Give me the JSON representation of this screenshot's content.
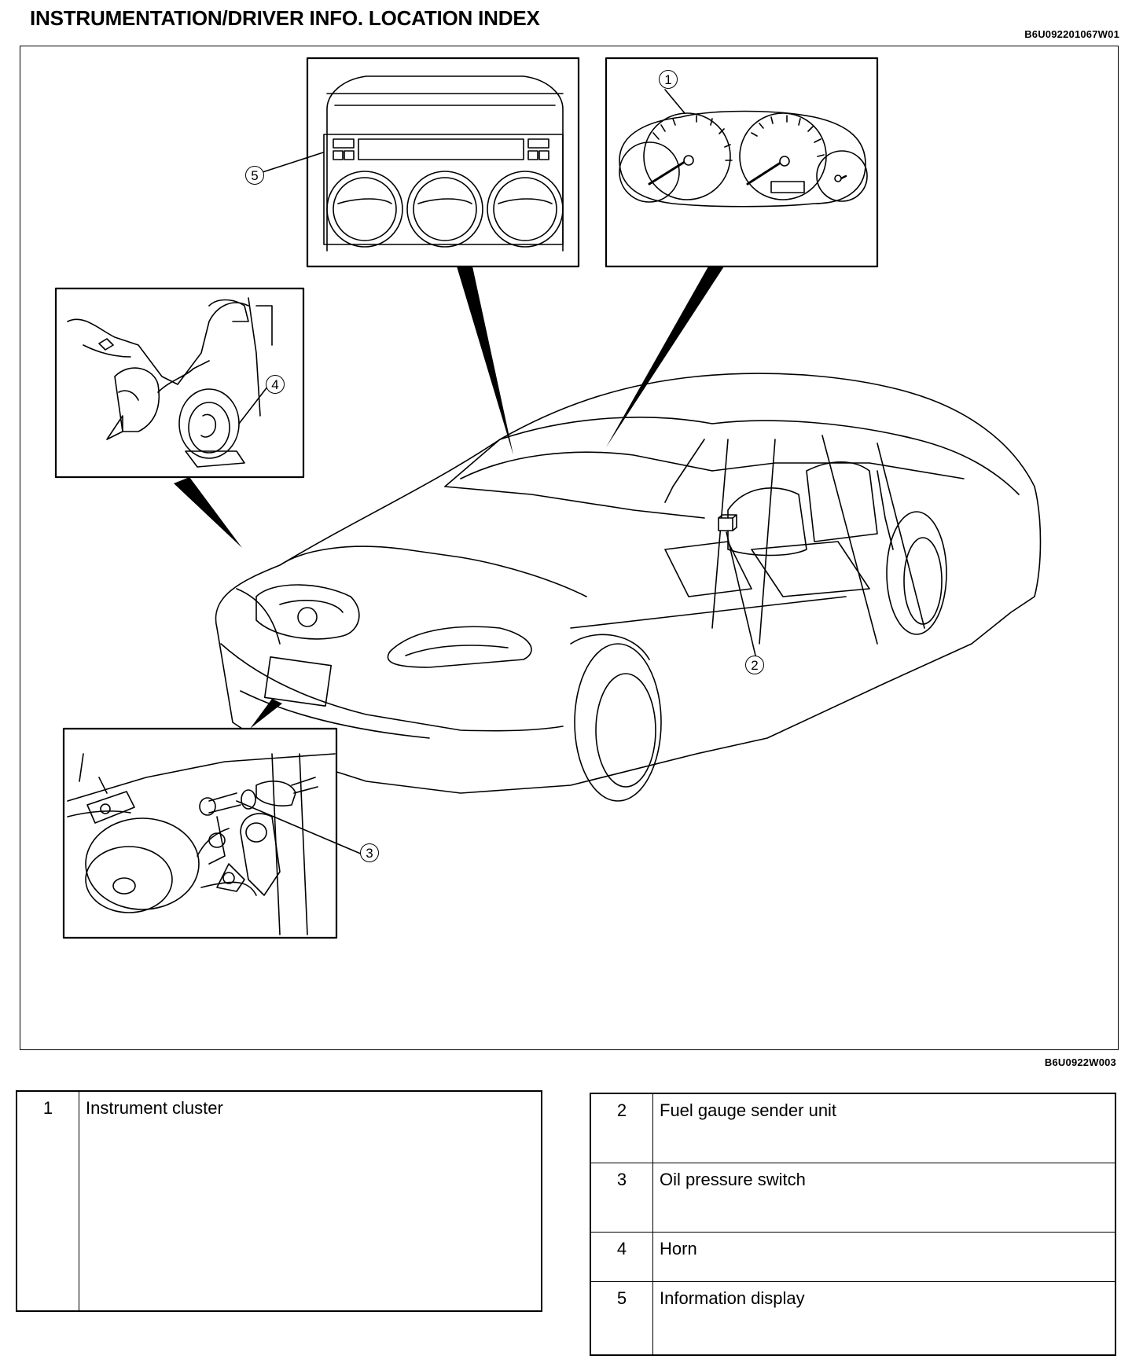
{
  "header": {
    "title": "INSTRUMENTATION/DRIVER INFO. LOCATION INDEX",
    "doc_code": "B6U092201067W01"
  },
  "figure": {
    "code": "B6U0922W003",
    "callouts": [
      "1",
      "2",
      "3",
      "4",
      "5"
    ]
  },
  "legend": {
    "left": [
      {
        "num": "1",
        "label": "Instrument cluster"
      }
    ],
    "right": [
      {
        "num": "2",
        "label": "Fuel gauge sender unit"
      },
      {
        "num": "3",
        "label": "Oil pressure switch"
      },
      {
        "num": "4",
        "label": "Horn"
      },
      {
        "num": "5",
        "label": "Information display"
      }
    ]
  }
}
